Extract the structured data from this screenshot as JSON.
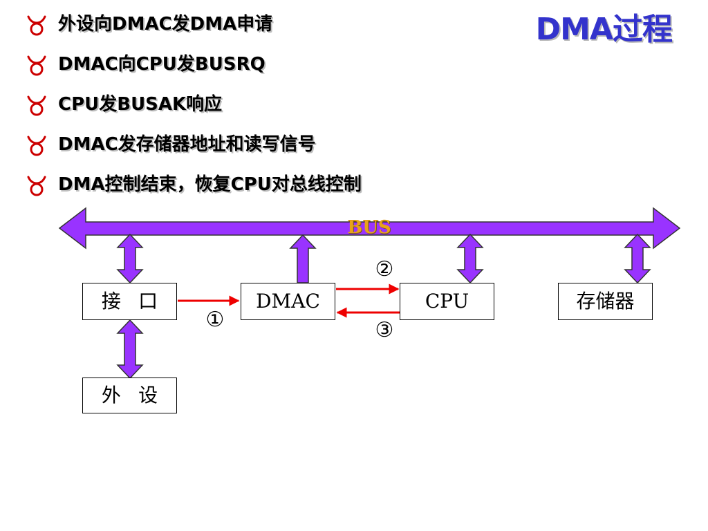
{
  "slide": {
    "title": "DMA过程",
    "bullets": [
      {
        "text": "外设向DMAC发DMA申请"
      },
      {
        "text": "DMAC向CPU发BUSRQ"
      },
      {
        "text": "CPU发BUSAK响应"
      },
      {
        "text": "DMAC发存储器地址和读写信号"
      },
      {
        "text": "DMA控制结束，恢复CPU对总线控制"
      }
    ]
  },
  "diagram": {
    "bus_label": "BUS",
    "boxes": {
      "interface": "接口",
      "dmac": "DMAC",
      "cpu": "CPU",
      "memory": "存储器",
      "peripheral": "外设"
    },
    "steps": {
      "step1": "①",
      "step2": "②",
      "step3": "③"
    }
  },
  "colors": {
    "title": "#3333cc",
    "bus_fill": "#9933ff",
    "signal_arrow": "#ee0000",
    "bus_label": "#e8a21a",
    "bullet_mark": "#cc0000"
  },
  "icons": {
    "bullet": "taurus-symbol-icon"
  }
}
